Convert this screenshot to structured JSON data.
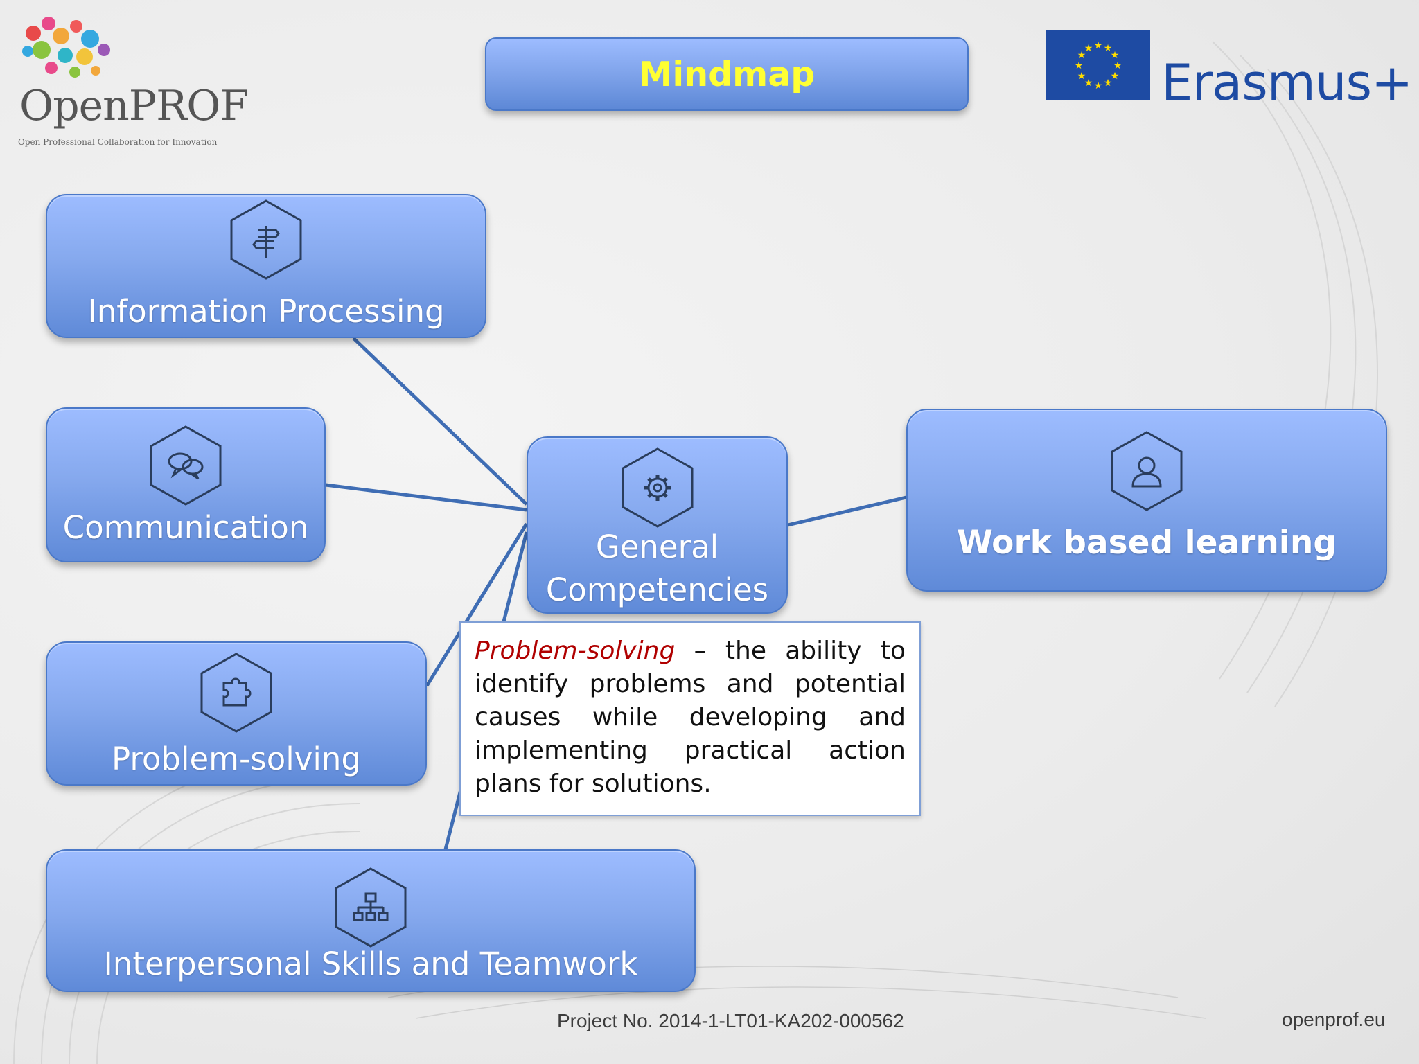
{
  "slide": {
    "title": "Mindmap",
    "logo": {
      "name": "OpenPROF",
      "tagline": "Open Professional Collaboration for Innovation"
    },
    "program_logo": "Erasmus+",
    "footer": {
      "project": "Project No. 2014-1-LT01-KA202-000562",
      "site": "openprof.eu"
    }
  },
  "nodes": {
    "information_processing": {
      "label": "Information  Processing",
      "icon": "signpost-icon"
    },
    "communication": {
      "label": "Communication",
      "icon": "speech-bubbles-icon"
    },
    "problem_solving": {
      "label": "Problem-solving",
      "icon": "puzzle-icon"
    },
    "interpersonal": {
      "label": "Interpersonal Skills and Teamwork",
      "icon": "hierarchy-icon"
    },
    "general": {
      "label_line1": "General",
      "label_line2": "Competencies",
      "icon": "gear-icon"
    },
    "work_based": {
      "label": "Work based learning",
      "icon": "user-icon"
    }
  },
  "definition": {
    "term": "Problem-solving",
    "text": " – the ability to identify problems and potential causes while developing and implementing practical action plans for solutions."
  },
  "colors": {
    "node_fill_top": "#9dbcff",
    "node_fill_bottom": "#5f8ad8",
    "connector": "#3f6db4",
    "title_text": "#ffff33",
    "term_text": "#b00000"
  }
}
